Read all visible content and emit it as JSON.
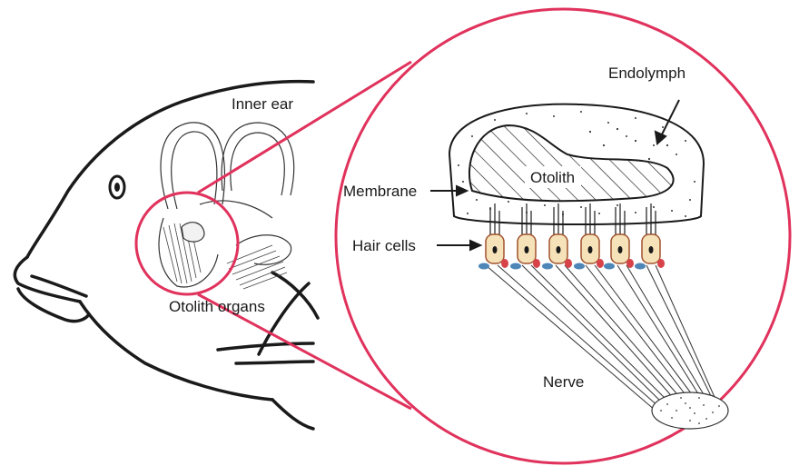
{
  "labels": {
    "inner_ear": "Inner ear",
    "otolith_organs": "Otolith organs",
    "endolymph": "Endolymph",
    "otolith": "Otolith",
    "membrane": "Membrane",
    "hair_cells": "Hair cells",
    "nerve": "Nerve"
  },
  "colors": {
    "highlight": "#e0325c",
    "outline": "#1a1a1a",
    "hair_cell_fill": "#f6e2b8",
    "hair_cell_outline": "#a0522d",
    "accent_red": "#d8434a",
    "accent_blue": "#4f86b8"
  }
}
